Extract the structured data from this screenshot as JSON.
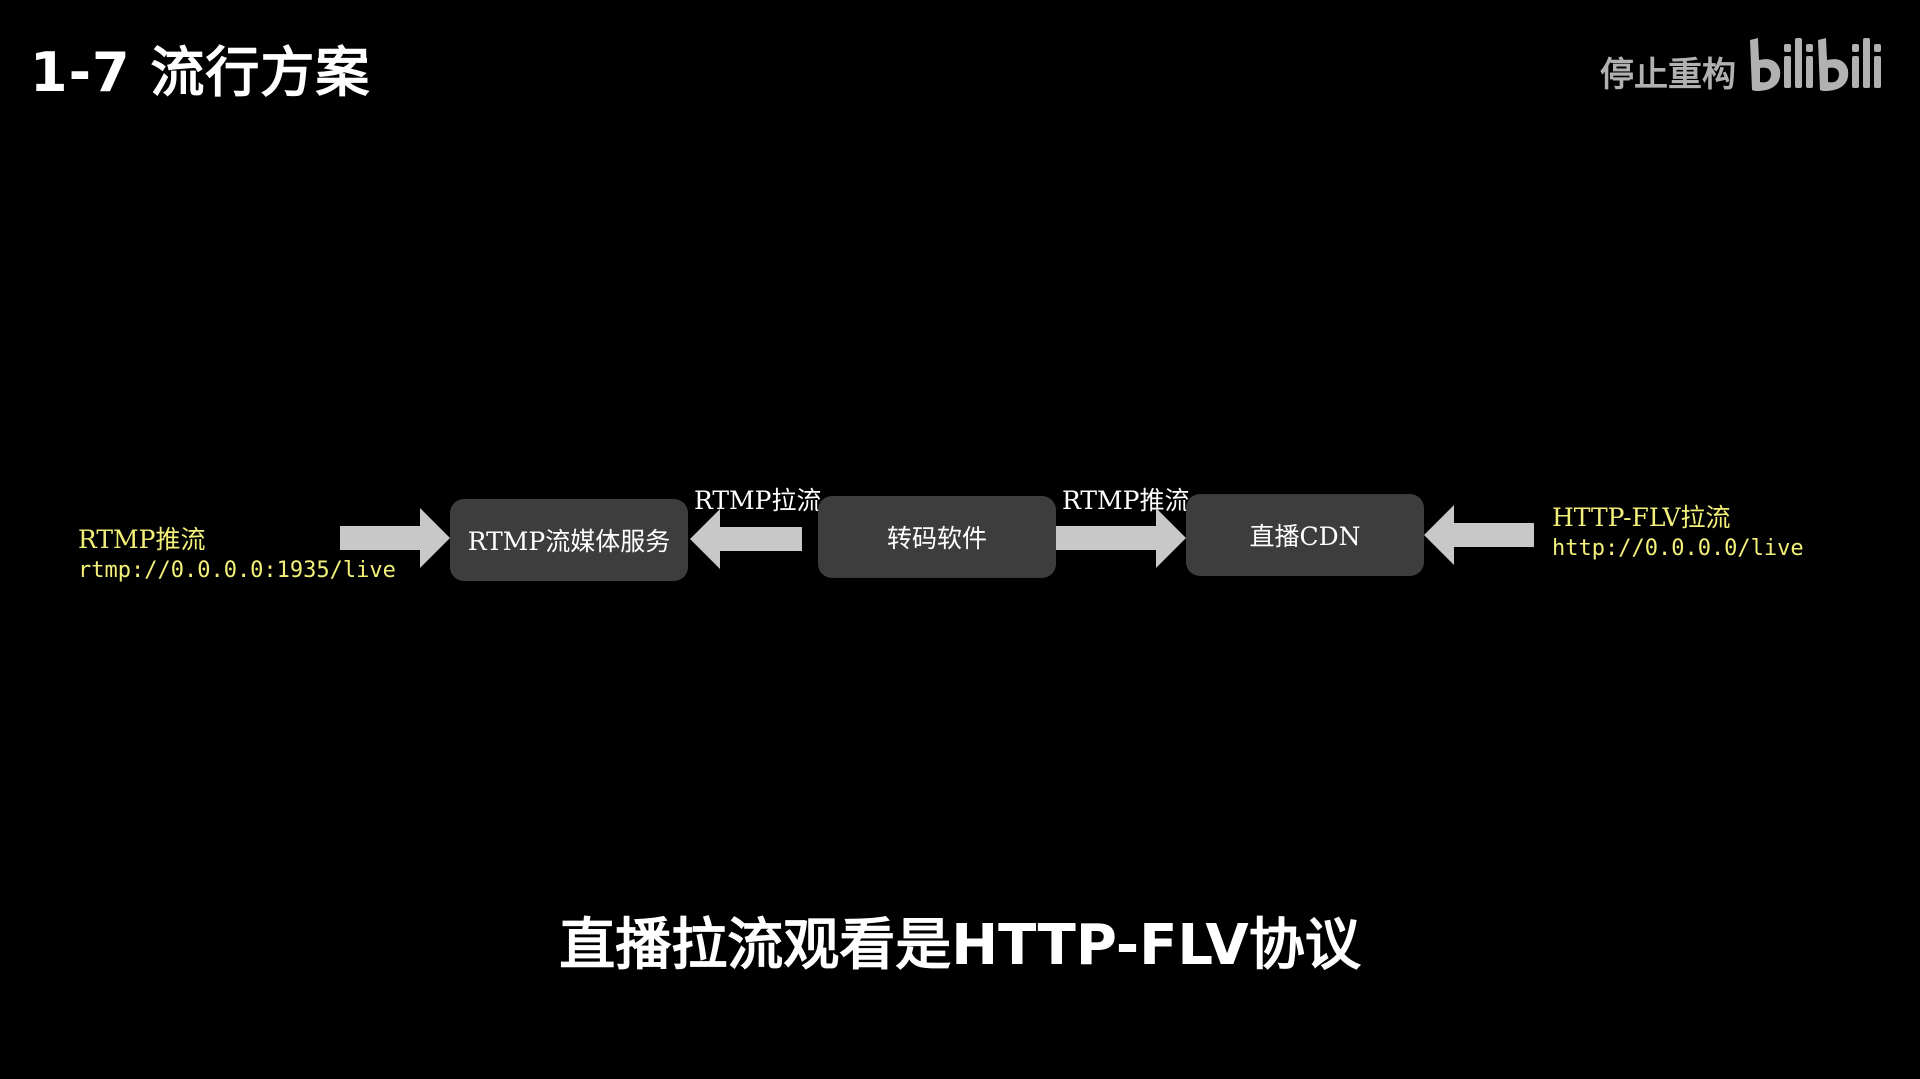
{
  "header": {
    "title": "1-7 流行方案"
  },
  "watermark": {
    "author": "停止重构",
    "logo": "bilibili-logo"
  },
  "diagram": {
    "nodes": [
      {
        "label": "RTMP流媒体服务"
      },
      {
        "label": "转码软件"
      },
      {
        "label": "直播CDN"
      }
    ],
    "edge_labels": {
      "pull": "RTMP拉流",
      "push": "RTMP推流"
    },
    "endpoints": {
      "left": {
        "title": "RTMP推流",
        "url": "rtmp://0.0.0.0:1935/live"
      },
      "right": {
        "title": "HTTP-FLV拉流",
        "url": "http://0.0.0.0/live"
      }
    },
    "colors": {
      "node_fill": "#3d3d3d",
      "arrow_fill": "#c8c8c8",
      "endpoint_text": "#f3f07a"
    }
  },
  "caption": {
    "text": "直播拉流观看是HTTP-FLV协议"
  }
}
